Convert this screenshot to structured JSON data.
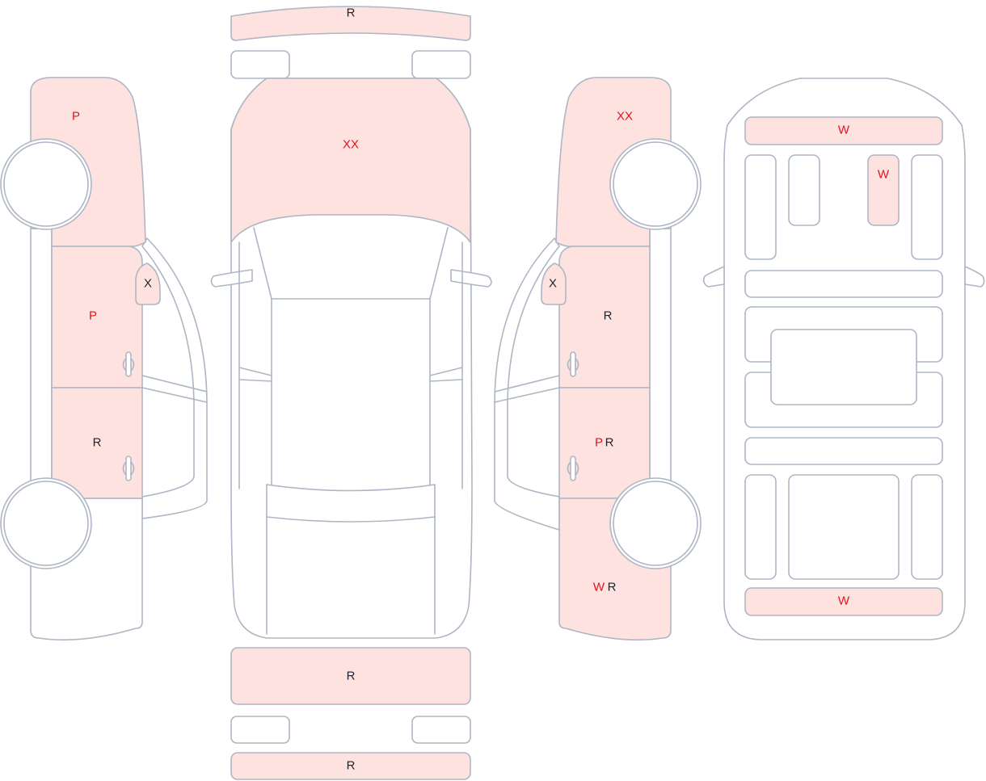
{
  "colors": {
    "damage_fill": "#fde2df",
    "outline": "#aeb6c4",
    "code_red": "#e0141e",
    "code_dark": "#1f2430",
    "background": "#ffffff"
  },
  "codes": {
    "front_bumper": "R",
    "hood": "XX",
    "left_front_fender": "P",
    "left_mirror": "X",
    "left_front_door": "P",
    "left_rear_door": "R",
    "right_front_fender": "XX",
    "right_mirror": "X",
    "right_front_door": "R",
    "right_rear_door_a": "P",
    "right_rear_door_b": "R",
    "right_quarter_a": "W",
    "right_quarter_b": "R",
    "windshield": "W",
    "front_right_window": "W",
    "rear_window": "W",
    "rear_bumper_upper": "R",
    "rear_bumper_lower": "R"
  }
}
